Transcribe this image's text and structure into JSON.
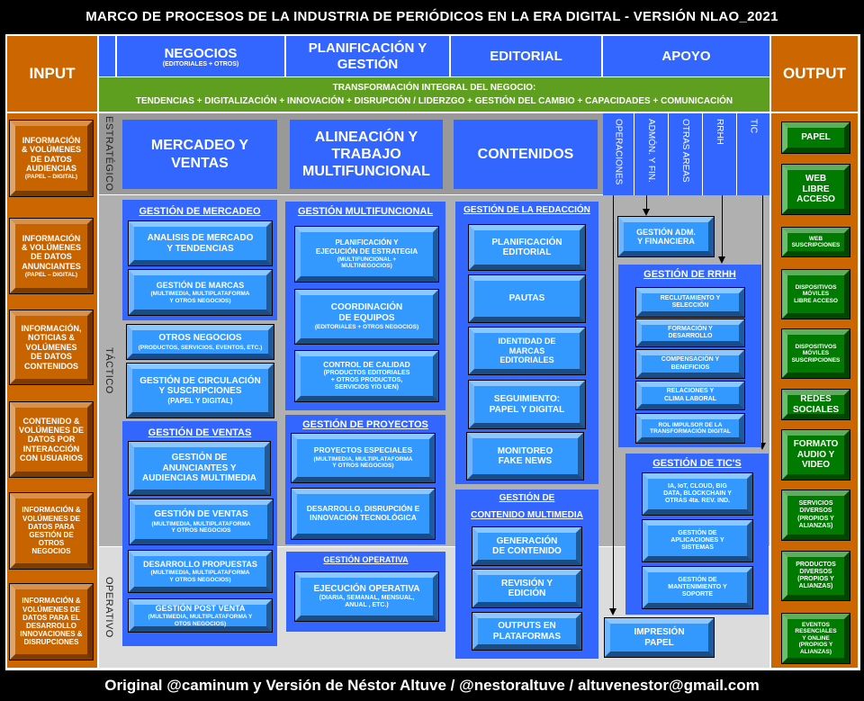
{
  "title": "MARCO DE PROCESOS DE LA INDUSTRIA DE PERIÓDICOS EN LA ERA DIGITAL  - VERSIÓN NLAO_2021",
  "footer": "Original @caminum y Versión de Néstor Altuve / @nestoraltuve / altuvenestor@gmail.com",
  "input_label": "INPUT",
  "output_label": "OUTPUT",
  "headers": {
    "negocios": "NEGOCIOS",
    "negocios_sub": "(EDITORIALES + OTROS)",
    "planificacion": "PLANIFICACIÓN Y\nGESTIÓN",
    "editorial": "EDITORIAL",
    "apoyo": "APOYO"
  },
  "transformation": {
    "line1": "TRANSFORMACIÓN INTEGRAL DEL NEGOCIO:",
    "line2": "TENDENCIAS + DIGITALIZACIÓN + INNOVACIÓN + DISRUPCIÓN / LIDERZGO + GESTIÓN DEL CAMBIO + CAPACIDADES + COMUNICACIÓN"
  },
  "levels": {
    "estrategico": "ESTRATÉGICO",
    "tactico": "TÁCTICO",
    "operativo": "OPERATIVO"
  },
  "inputs": [
    {
      "t": "INFORMACIÓN\n& VOLÚMENES\nDE DATOS\nAUDIENCIAS",
      "s": "(PAPEL – DIGITAL)"
    },
    {
      "t": "INFORMACIÓN\n& VOLÚMENES\nDE DATOS\nANUNCIANTES",
      "s": "(PAPEL – DIGITAL)"
    },
    {
      "t": "INFORMACIÓN,\nNOTICIAS &\nVOLÚMENES\nDE DATOS\nCONTENIDOS",
      "s": ""
    },
    {
      "t": "CONTENIDO &\nVOLÚMENES DE\nDATOS POR\nINTERACCIÓN\nCON USUARIOS",
      "s": ""
    },
    {
      "t": "INFORMACIÓN &\nVOLÚMENES DE\nDATOS PARA\nGESTIÓN DE\nOTROS\nNEGOCIOS",
      "s": ""
    },
    {
      "t": "INFORMACIÓN &\nVOLÚMENES DE\nDATOS PARA EL\nDESARROLLO\nINNOVACIONES &\nDISRUPCIONES",
      "s": ""
    }
  ],
  "outputs": [
    "PAPEL",
    "WEB\nLIBRE\nACCESO",
    "WEB\nSUSCRIPCIONES",
    "DISPOSITIVOS\nMÓVILES\nLIBRE ACCESO",
    "DISPOSITIVOS\nMÓVILES\nSUSCRIPCIONES",
    "REDES\nSOCIALES",
    "FORMATO\nAUDIO Y\nVIDEO",
    "SERVICIOS\nDIVERSOS\n(PROPIOS Y\nALIANZAS)",
    "PRODUCTOS\nDIVERSOS\n(PROPIOS Y\nALIANZAS)",
    "EVENTOS\nRESENCIALES\nY ONLINE\n(PROPIOS Y\nALIANZAS)"
  ],
  "strategic": {
    "mercadeo": "MERCADEO Y\nVENTAS",
    "alineacion": "ALINEACIÓN Y\nTRABAJO\nMULTIFUNCIONAL",
    "contenidos": "CONTENIDOS"
  },
  "apoyo_cols": [
    "OPERACIONES",
    "ADMÓN. Y FIN.",
    "OTRAS AREAS",
    "RRHH",
    "TIC"
  ],
  "mercadeo": {
    "title": "GESTIÓN  DE MERCADEO",
    "items": [
      {
        "t": "ANALISIS DE MERCADO\nY TENDENCIAS",
        "s": ""
      },
      {
        "t": "GESTIÓN DE MARCAS",
        "s": "(MULTIMEDIA, MULTIPLATAFORMA\nY OTROS NEGOCIOS)"
      }
    ]
  },
  "otros": {
    "t": "OTROS NEGOCIOS",
    "s": "(PRODUCTOS, SERVICIOS, EVENTOS, ETC.)"
  },
  "circulacion": {
    "t": "GESTIÓN DE CIRCULACIÓN\nY SUSCRIPCIONES",
    "s": "(PAPEL  Y DIGITAL)"
  },
  "ventas": {
    "title": "GESTIÓN  DE VENTAS",
    "items": [
      {
        "t": "GESTIÓN DE\nANUNCIANTES Y\nAUDIENCIAS MULTIMEDIA",
        "s": ""
      },
      {
        "t": "GESTIÓN DE VENTAS",
        "s": "(MULTIMEDIA, MULTIPLATAFORMA\nY OTROS NEGOCIOS"
      },
      {
        "t": "DESARROLLO PROPUESTAS",
        "s": "(MULTIMEDIA, MULTIPLATAFORMA\nY OTROS NEGOCIOS)"
      },
      {
        "t": "GESTIÓN POST VENTA",
        "s": "(MULTIMEDIA, MULTIPLATAFORMA  Y\nOTOS NEGOCIOS)"
      }
    ]
  },
  "multifuncional": {
    "title": "GESTIÓN  MULTIFUNCIONAL",
    "items": [
      {
        "t": "PLANIFICACIÓN Y\nEJECUCIÓN DE ESTRATEGIA",
        "s": "(MULTIFUNCIONAL   +\nMULTINEGOCIOS)"
      },
      {
        "t": "COORDINACIÓN\nDE EQUIPOS",
        "s": "(EDITORIALES + OTROS NEGOCIOS)"
      },
      {
        "t": "CONTROL DE CALIDAD",
        "s": "(PRODUCTOS EDITORIALES\n+ OTROS PRODUCTOS,\nSERVICIOS Y/O UEN)"
      }
    ]
  },
  "proyectos": {
    "title": "GESTIÓN  DE PROYECTOS",
    "items": [
      {
        "t": "PROYECTOS ESPECIALES",
        "s": "(MULTIMEDIA, MULTIPLATAFORMA\nY OTROS NEGOCIOS)"
      },
      {
        "t": "DESARROLLO, DISRUPCIÓN E\nINNOVACIÓN TECNOLÓGICA",
        "s": ""
      }
    ]
  },
  "operativa": {
    "title": "GESTIÓN  OPERATIVA",
    "items": [
      {
        "t": "EJECUCIÓN  OPERATIVA",
        "s": "(DIARIA,  SEMANAL,  MENSUAL,\nANUAL , ETC.)"
      }
    ]
  },
  "redaccion": {
    "title": "GESTIÓN  DE  LA REDACCIÓN",
    "items": [
      "PLANIFICACIÓN\nEDITORIAL",
      "PAUTAS",
      "IDENTIDAD DE\nMARCAS\nEDITORIALES",
      "SEGUIMIENTO:\nPAPEL Y DIGITAL",
      "MONITOREO\nFAKE NEWS"
    ]
  },
  "multimedia": {
    "title": "GESTIÓN  DE\nCONTENIDO  MULTIMEDIA",
    "items": [
      "GENERACIÓN\nDE CONTENIDO",
      "REVISIÓN  Y\nEDICIÓN",
      "OUTPUTS EN\nPLATAFORMAS"
    ]
  },
  "adm": "GESTIÓN  ADM.\nY FINANCIERA",
  "rrhh": {
    "title": "GESTIÓN  DE  RRHH",
    "items": [
      "RECLUTAMIENTO Y\nSELECCIÓN",
      "FORMACIÓN Y\nDESARROLLO",
      "COMPENSACIÓN Y\nBENEFICIOS",
      "RELACIONES  Y\nCLIMA LABORAL",
      "ROL IMPULSOR DE LA\nTRANSFORMACIÓN DIGITAL"
    ]
  },
  "tic": {
    "title": "GESTIÓN  DE  TIC'S",
    "items": [
      "IA, IoT, CLOUD, BIG\nDATA,  BLOCKCHAIN Y\nOTRAS 4ta.  REV. IND.",
      "GESTIÓN DE\nAPLICACIONES  Y\nSISTEMAS",
      "GESTIÓN DE\nMANTENIMIENTO Y\nSOPORTE"
    ]
  },
  "impresion": "IMPRESIÓN\nPAPEL"
}
